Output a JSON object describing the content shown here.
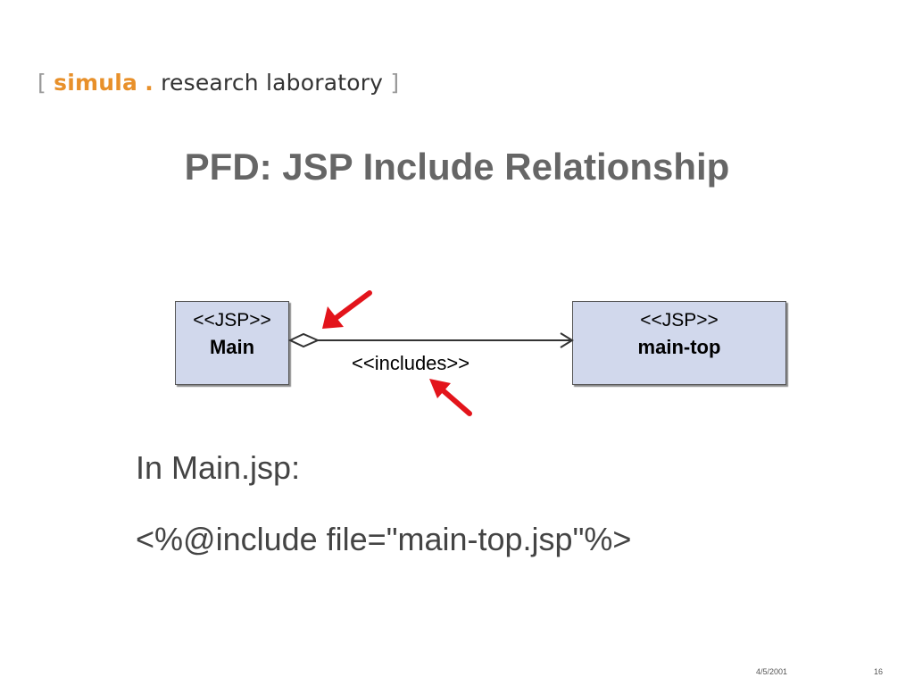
{
  "logo": {
    "bracket_open": "[",
    "brand": "simula",
    "dot": ".",
    "rest": "research laboratory",
    "bracket_close": "]"
  },
  "title": "PFD: JSP Include Relationship",
  "diagram": {
    "nodes": [
      {
        "id": "main",
        "stereotype": "<<JSP>>",
        "name": "Main"
      },
      {
        "id": "main-top",
        "stereotype": "<<JSP>>",
        "name": "main-top"
      }
    ],
    "relationship": {
      "from": "main",
      "to": "main-top",
      "label": "<<includes>>",
      "source_end": "hollow-diamond",
      "target_end": "open-arrow"
    },
    "pointers": [
      "red-arrow-to-diamond",
      "red-arrow-to-label"
    ]
  },
  "body": {
    "line1": "In Main.jsp:",
    "line2": "<%@include file=\"main-top.jsp\"%>"
  },
  "footer": {
    "date": "4/5/2001",
    "page": "16"
  },
  "colors": {
    "brand_orange": "#e8902a",
    "node_fill": "#d1d8ec",
    "pointer_red": "#e3141b",
    "title_gray": "#666666"
  }
}
